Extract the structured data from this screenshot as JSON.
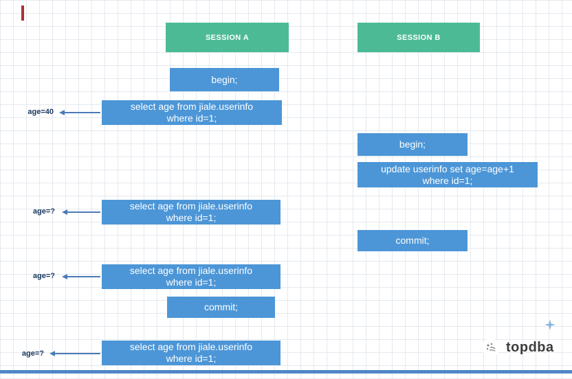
{
  "sessions": {
    "a": "SESSION A",
    "b": "SESSION B"
  },
  "session_a_flow": {
    "begin": "begin;",
    "select1": "select age from jiale.userinfo\nwhere id=1;",
    "select2": "select age from jiale.userinfo\nwhere id=1;",
    "select3": "select age from jiale.userinfo\nwhere id=1;",
    "commit": "commit;",
    "select4": "select age from jiale.userinfo\nwhere id=1;"
  },
  "session_b_flow": {
    "begin": "begin;",
    "update": "update userinfo set age=age+1\nwhere id=1;",
    "commit": "commit;"
  },
  "annotations": {
    "result1": "age=40",
    "result2": "age=?",
    "result3": "age=?",
    "result4": "age=?"
  },
  "watermark": {
    "brand": "topdba"
  },
  "icons": {
    "logo": "topdba-badge-icon",
    "sparkle": "four-point-star"
  },
  "colors": {
    "header_green": "#4CBB95",
    "box_blue": "#4C96D7",
    "label_navy": "#17365D",
    "arrow_blue": "#4A7AB5",
    "bottom_bar_blue": "#4F87C7",
    "grid_line": "#E4E9EF"
  }
}
